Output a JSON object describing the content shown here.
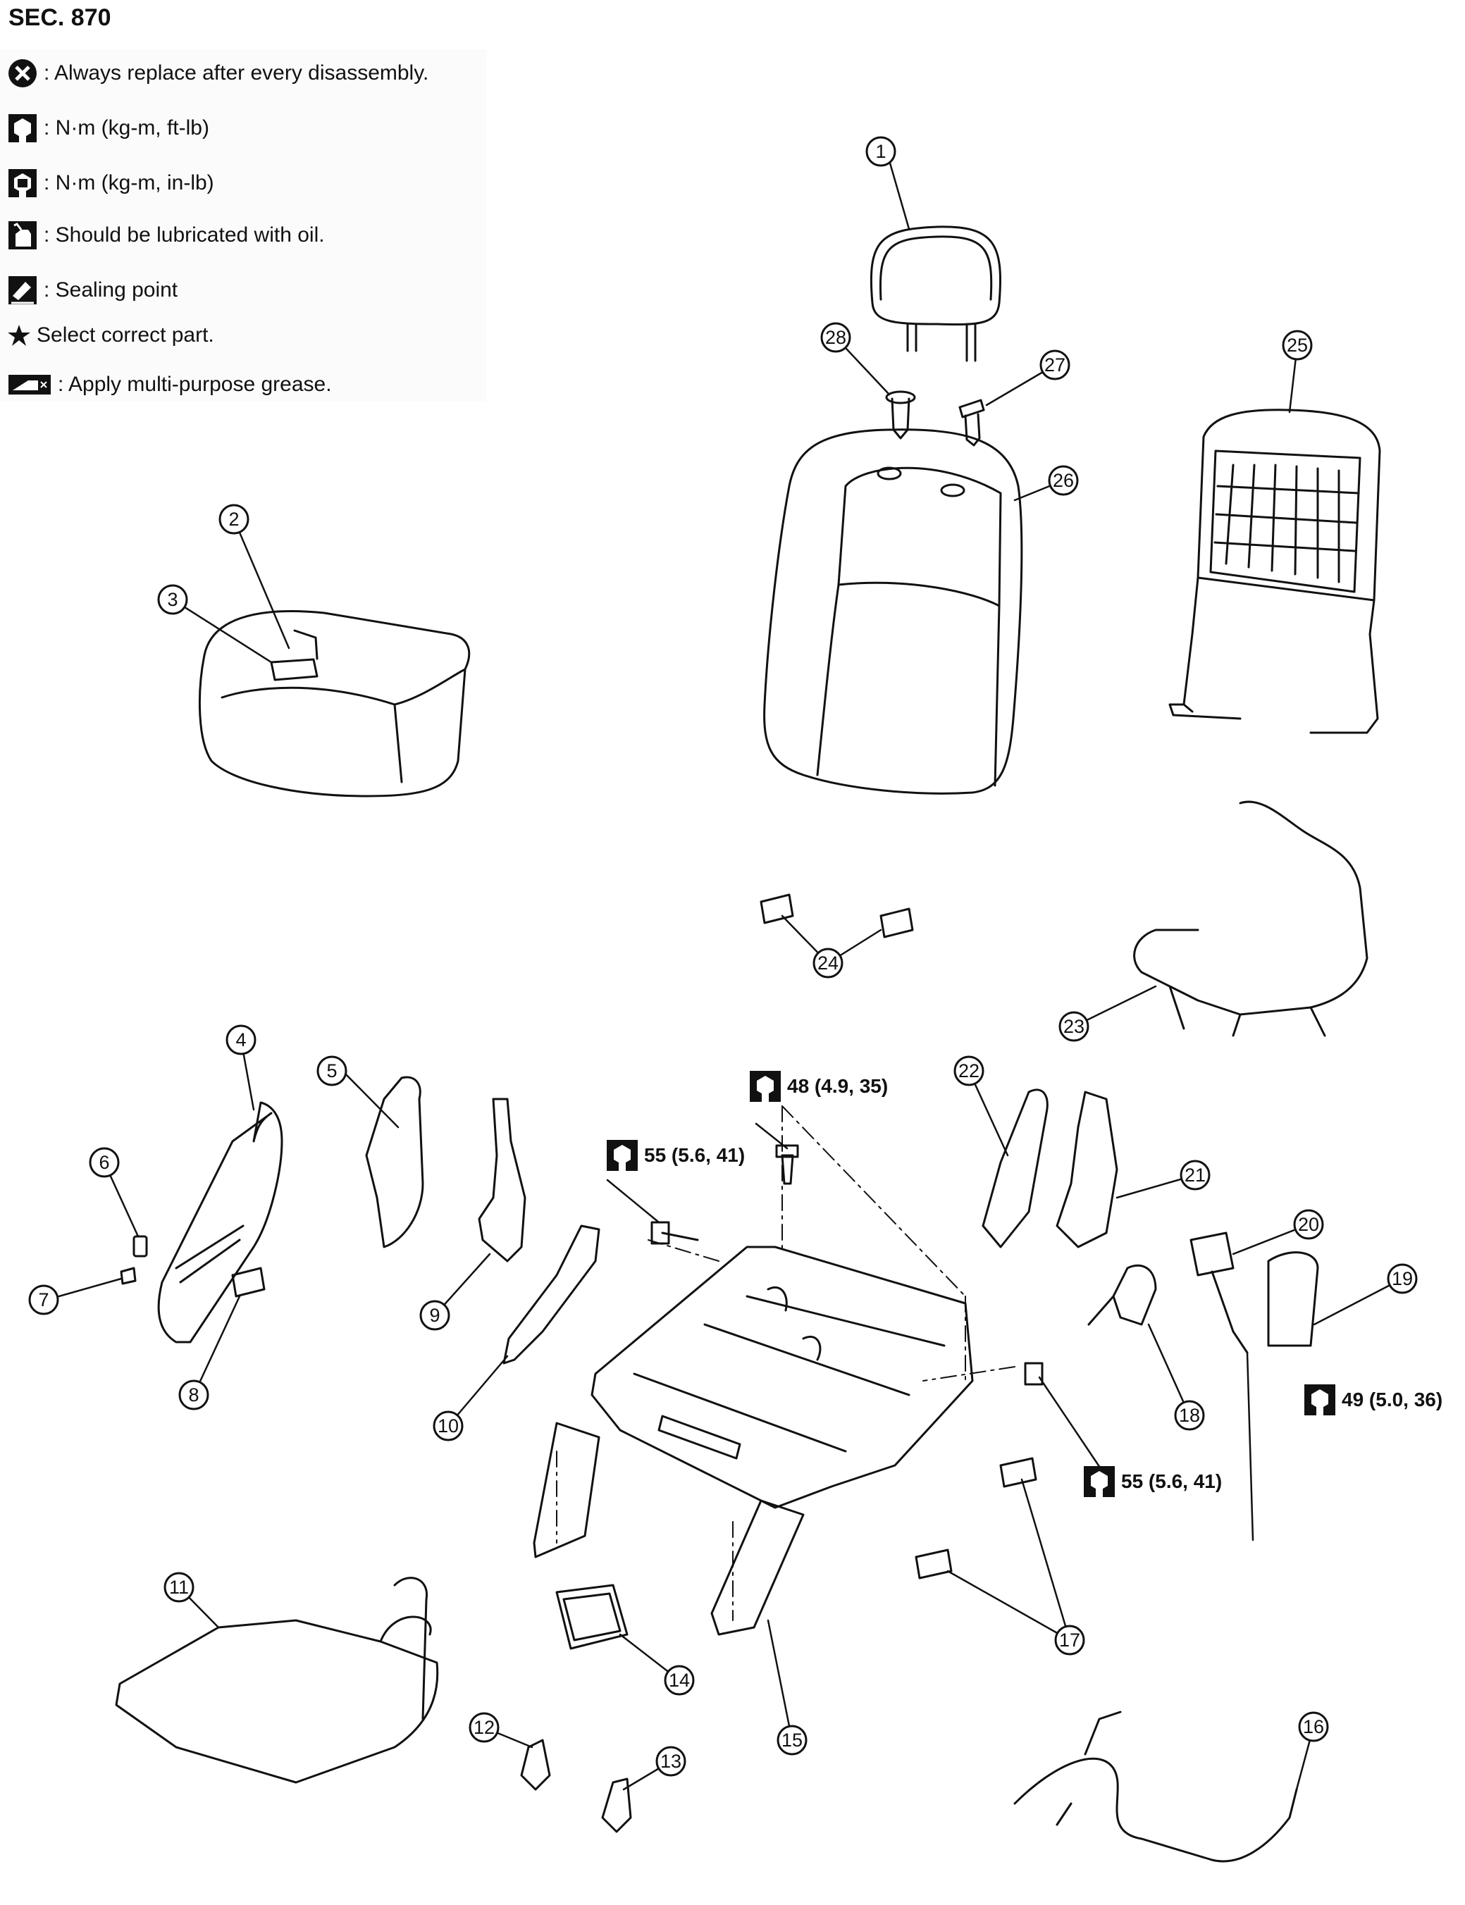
{
  "section": "SEC. 870",
  "legend": [
    {
      "icon": "always-replace-icon",
      "text": ": Always replace after every disassembly."
    },
    {
      "icon": "torque-ftlb-icon",
      "text": ": N·m (kg-m, ft-lb)"
    },
    {
      "icon": "torque-inlb-icon",
      "text": ": N·m (kg-m, in-lb)"
    },
    {
      "icon": "oil-can-icon",
      "text": ": Should be lubricated with oil."
    },
    {
      "icon": "sealing-icon",
      "text": ": Sealing point"
    },
    {
      "icon": "star-icon",
      "text": "Select correct part."
    },
    {
      "icon": "grease-icon",
      "text": ": Apply multi-purpose grease."
    }
  ],
  "callouts": [
    "1",
    "2",
    "3",
    "4",
    "5",
    "6",
    "7",
    "8",
    "9",
    "10",
    "11",
    "12",
    "13",
    "14",
    "15",
    "16",
    "17",
    "18",
    "19",
    "20",
    "21",
    "22",
    "23",
    "24",
    "25",
    "26",
    "27",
    "28"
  ],
  "torques": [
    {
      "text": "48 (4.9, 35)"
    },
    {
      "text": "55 (5.6, 41)"
    },
    {
      "text": "55 (5.6, 41)"
    },
    {
      "text": "49 (5.0, 36)"
    }
  ]
}
